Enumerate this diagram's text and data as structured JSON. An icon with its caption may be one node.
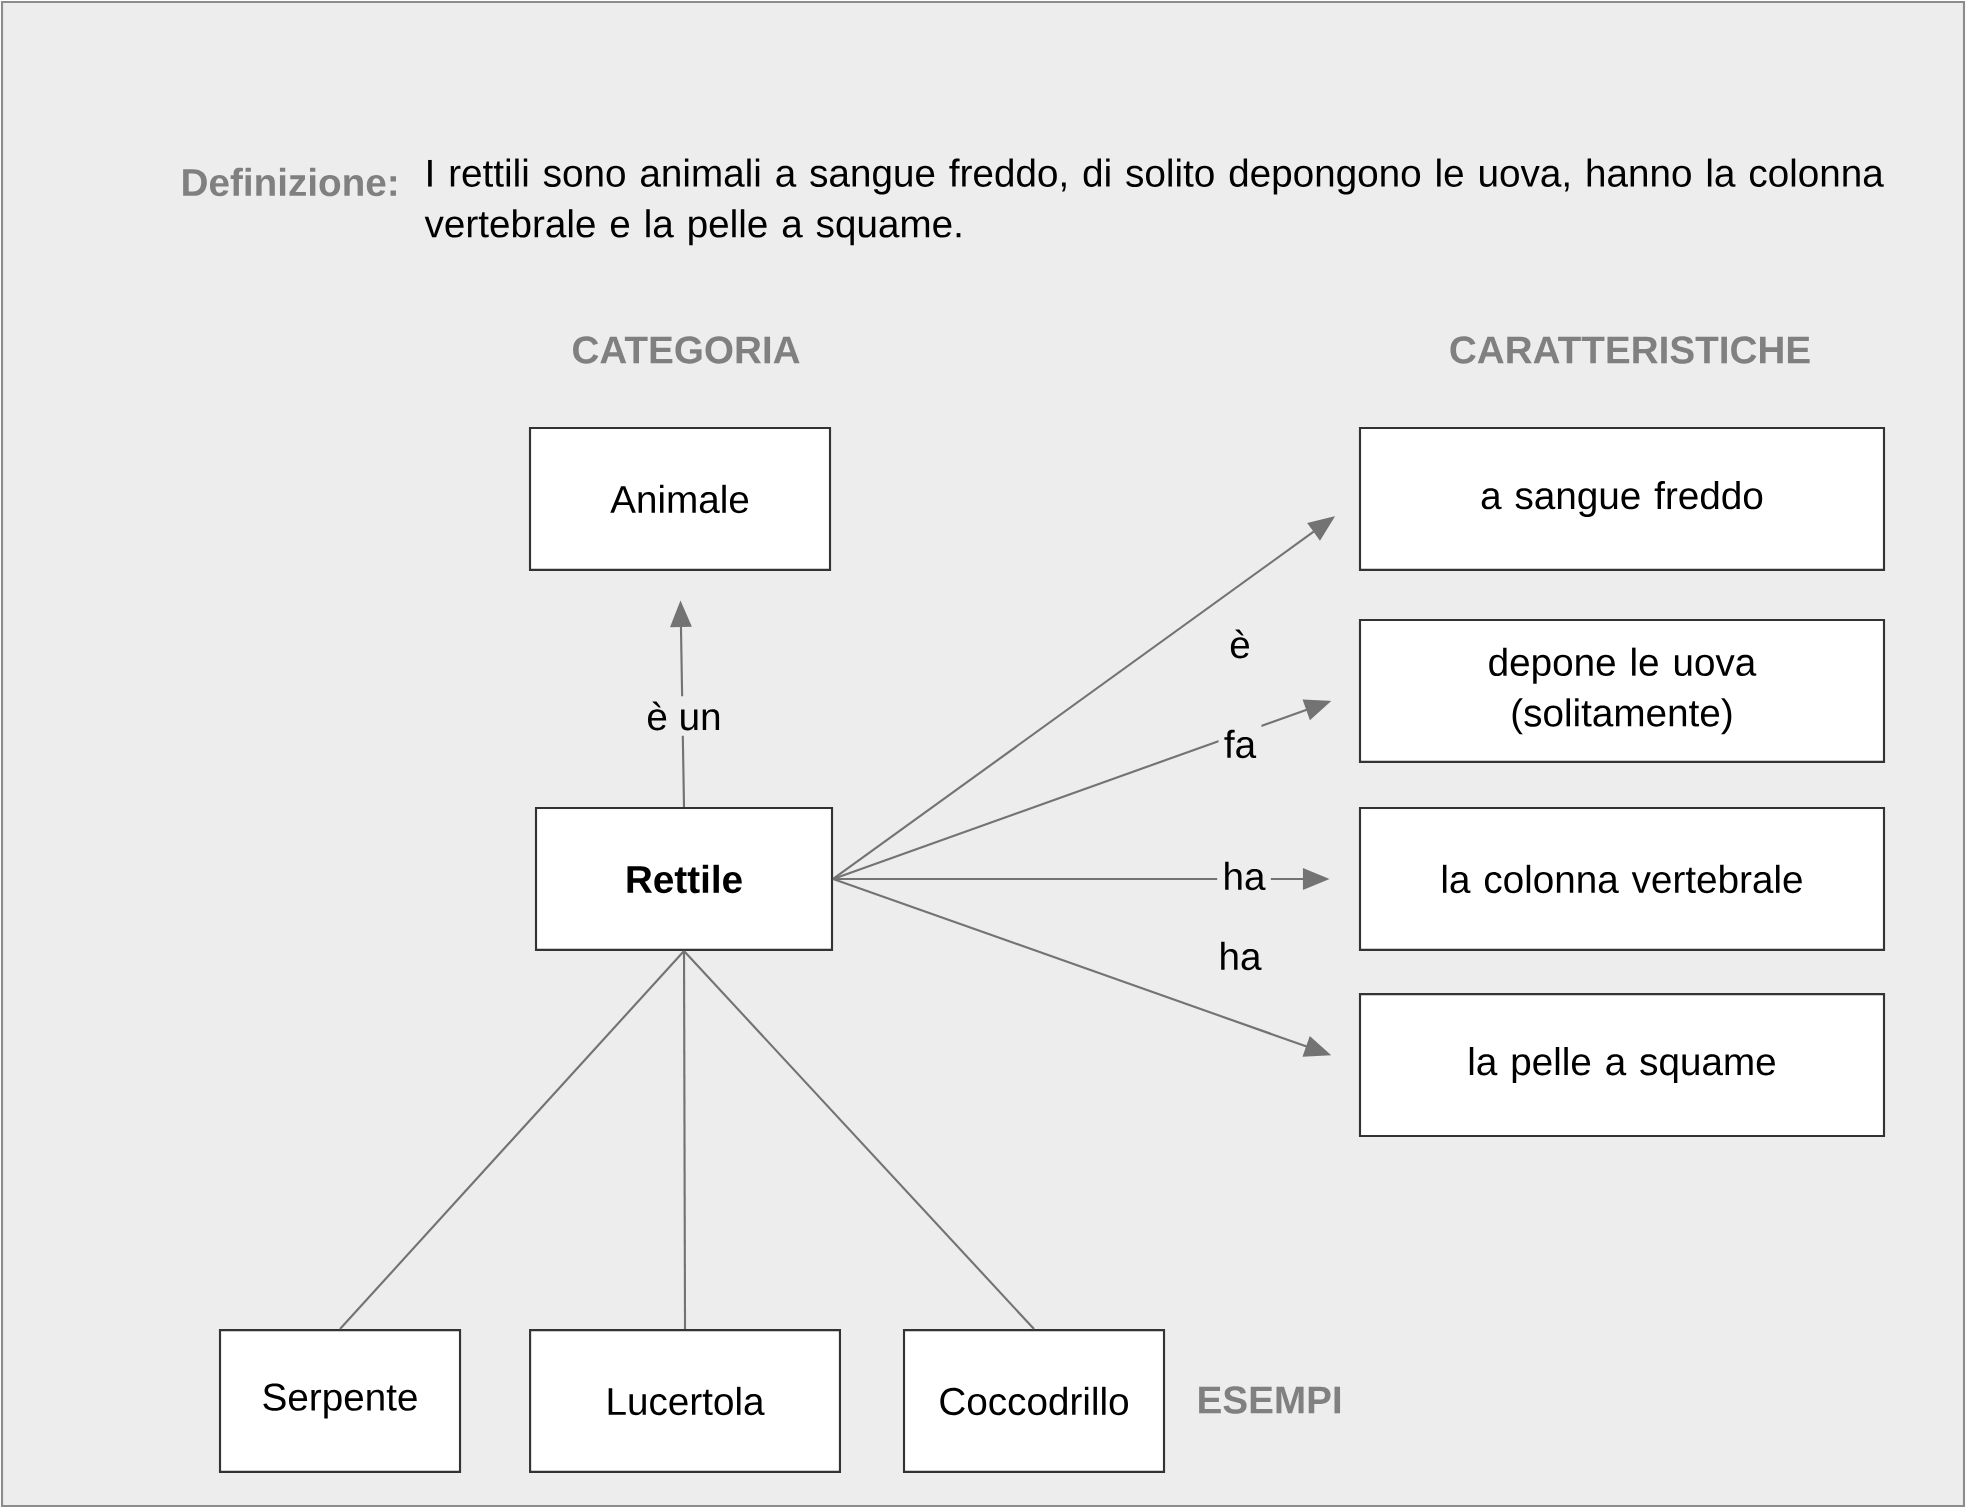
{
  "diagram": {
    "nodes": [
      {
        "text": [
          "Animale"
        ]
      },
      {
        "text": [
          "a sangue freddo"
        ]
      },
      {
        "text": [
          "depone le uova (solitamente)"
        ]
      },
      {
        "text": [
          "Rettile"
        ]
      },
      {
        "text": [
          "la colonna vertebrale"
        ]
      },
      {
        "text": [
          "la pelle a squame"
        ]
      },
      {
        "text": [
          "Serpente"
        ]
      },
      {
        "text": [
          "Lucertola"
        ]
      },
      {
        "text": [
          "Coccodrillo"
        ]
      }
    ],
    "edges": [
      {
        "from": 3,
        "to": 0,
        "arrow": "to",
        "label": "è un"
      },
      {
        "from": 3,
        "to": 1,
        "arrow": "to",
        "label": "è"
      },
      {
        "from": 3,
        "to": 2,
        "arrow": "to",
        "label": "fa"
      },
      {
        "from": 3,
        "to": 4,
        "arrow": "to",
        "label": "ha"
      },
      {
        "from": 3,
        "to": 5,
        "arrow": "to",
        "label": "ha"
      },
      {
        "from": 3,
        "to": 6,
        "arrow": "none"
      },
      {
        "from": 3,
        "to": 7,
        "arrow": "none"
      },
      {
        "from": 3,
        "to": 8,
        "arrow": "none"
      }
    ],
    "labels": [
      "Definizione:",
      "I rettili sono animali a sangue freddo, di solito depongono le uova, hanno la colonna vertebrale e la pelle a squame.",
      "CATEGORIA",
      "CARATTERISTICHE",
      "ESEMPI"
    ]
  }
}
